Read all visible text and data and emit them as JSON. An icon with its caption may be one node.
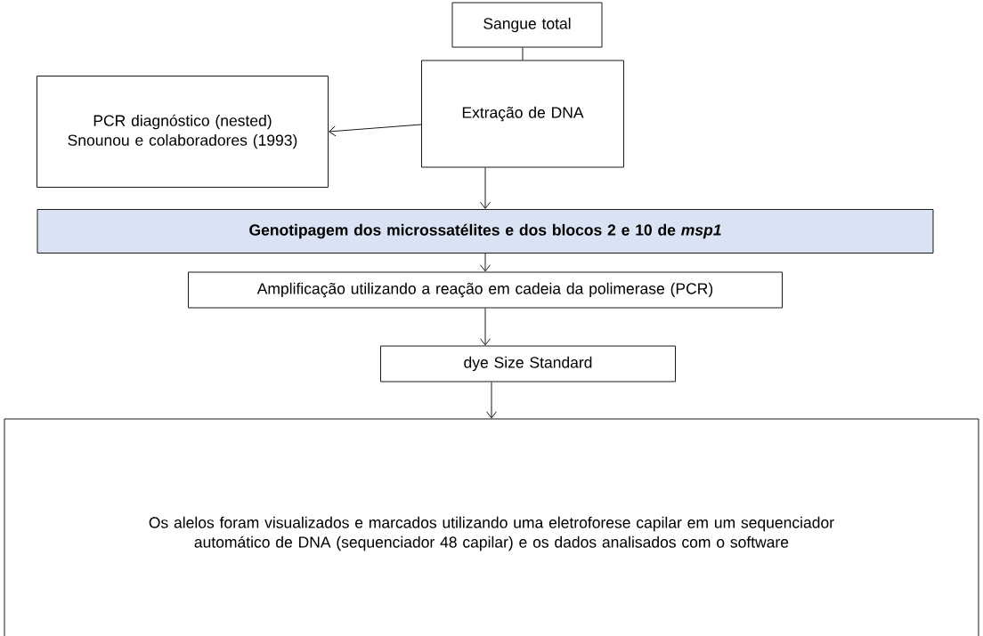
{
  "diagram": {
    "nodes": [
      {
        "text": [
          "Sangue total"
        ]
      },
      {
        "text": [
          "PCR diagnóstico (nested) Snounou e colaboradores (1993)"
        ]
      },
      {
        "text": [
          "Extração de DNA"
        ]
      },
      {
        "text": [
          "Genotipagem dos microssatélites e dos blocos 2 e 10 de *msp1*"
        ]
      },
      {
        "text": [
          "Amplificação utilizando a reação em cadeia da polimerase (PCR)"
        ]
      },
      {
        "text": [
          "dye Size Standard"
        ]
      },
      {
        "text": [
          "Os alelos foram visualizados e marcados utilizando uma eletroforese capilar em um sequenciador automático de DNA (sequenciador 48 capilar) e os dados analisados com o software"
        ]
      }
    ],
    "edges": [
      {
        "from": 0,
        "to": 2,
        "arrow": "none"
      },
      {
        "from": 2,
        "to": 1,
        "arrow": "to"
      },
      {
        "from": 2,
        "to": 3,
        "arrow": "to"
      },
      {
        "from": 3,
        "to": 4,
        "arrow": "to"
      },
      {
        "from": 4,
        "to": 5,
        "arrow": "to"
      },
      {
        "from": 5,
        "to": 6,
        "arrow": "to"
      }
    ]
  }
}
